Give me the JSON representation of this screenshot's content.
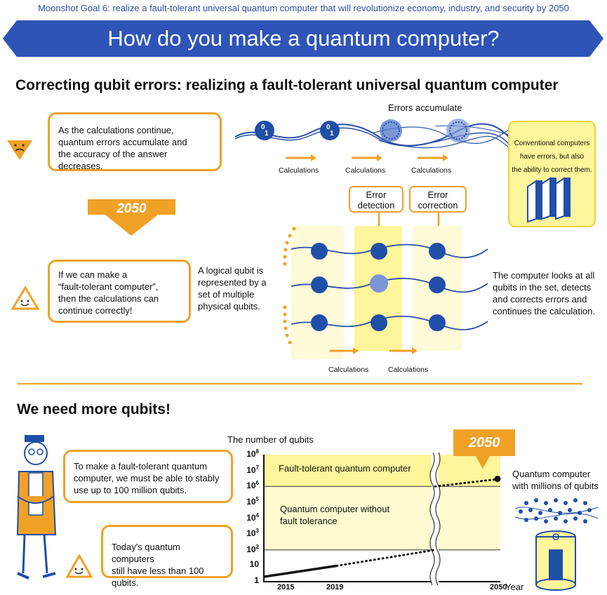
{
  "header": {
    "subtitle": "Moonshot Goal 6: realize a fault-tolerant universal quantum computer that will revolutionize economy, industry, and security by 2050",
    "title": "How do you make a quantum computer?"
  },
  "section1": {
    "heading": "Correcting qubit errors: realizing a fault-tolerant universal quantum computer",
    "bubble1": [
      "As the calculations continue,",
      "quantum errors  accumulate and",
      "the accuracy of the answer decreases."
    ],
    "errors_accumulate": "Errors accumulate",
    "calc_label": "Calculations",
    "conventional": [
      "Conventional computers",
      "have errors, but also",
      "the ability to correct them."
    ],
    "year_arrow": "2050",
    "error_detection": [
      "Error",
      "detection"
    ],
    "error_correction": [
      "Error",
      "correction"
    ],
    "bubble2": [
      "If we can make a",
      "“fault-tolerant computer”,",
      "then the calculations can",
      "continue correctly!"
    ],
    "logical_qubit": [
      "A logical qubit is",
      "represented by a",
      "set of multiple",
      "physical qubits."
    ],
    "computer_looks": [
      "The computer looks at all",
      "qubits in the set, detects",
      "and corrects errors and",
      "continues the calculation."
    ],
    "qubit_glyph_top": "0",
    "qubit_glyph_bottom": "1"
  },
  "section2": {
    "heading": "We need more qubits!",
    "bubble3": [
      "To make a fault-tolerant quantum",
      "computer, we must be able to stably",
      "use up to 100 million qubits."
    ],
    "bubble4": [
      "Today's quantum computers",
      "still have less than 100 qubits."
    ]
  },
  "chart_data": {
    "type": "line",
    "ylabel": "The number of qubits",
    "xlabel": "Year",
    "yscale": "log",
    "ylim": [
      1,
      100000000
    ],
    "y_ticks": [
      {
        "base": "10",
        "exp": "8"
      },
      {
        "base": "10",
        "exp": "7"
      },
      {
        "base": "10",
        "exp": "6"
      },
      {
        "base": "10",
        "exp": "5"
      },
      {
        "base": "10",
        "exp": "4"
      },
      {
        "base": "10",
        "exp": "3"
      },
      {
        "base": "10",
        "exp": "2"
      },
      {
        "base": "10",
        "exp": ""
      },
      {
        "base": "1",
        "exp": ""
      }
    ],
    "x_ticks": [
      "2015",
      "2019",
      "2050"
    ],
    "regions": [
      {
        "label": "Fault-tolerant quantum computer",
        "from": 1000000,
        "to": 100000000,
        "color": "#fff59a"
      },
      {
        "label": [
          "Quantum computer without",
          "fault tolerance"
        ],
        "from": 100,
        "to": 1000000,
        "color": "#fffad0"
      }
    ],
    "series": [
      {
        "style": "solid",
        "points": [
          [
            2013,
            2
          ],
          [
            2019,
            10
          ]
        ]
      },
      {
        "style": "dotted",
        "points": [
          [
            2019,
            10
          ],
          [
            2027,
            100
          ]
        ]
      },
      {
        "style": "dotted",
        "points": [
          [
            2035,
            1000000
          ],
          [
            2050,
            3000000
          ]
        ]
      }
    ],
    "year_arrow": "2050",
    "annotation": [
      "Quantum computer",
      "with millions of qubits"
    ]
  },
  "colors": {
    "accent": "#f0a126",
    "banner": "#2e54b8",
    "qubit": "#1f4fa8",
    "yellow": "#fff59a"
  }
}
